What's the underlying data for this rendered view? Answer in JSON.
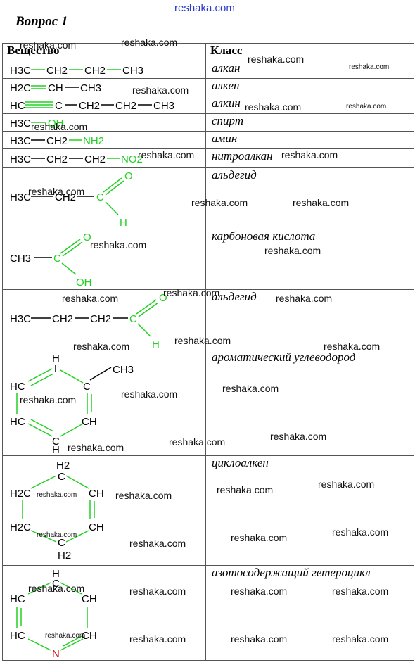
{
  "site": "reshaka.com",
  "title": "Вопрос 1",
  "headers": {
    "substance": "Вещество",
    "class": "Класс"
  },
  "rows": [
    {
      "class": "алкан"
    },
    {
      "class": "алкен"
    },
    {
      "class": "алкин"
    },
    {
      "class": "спирт"
    },
    {
      "class": "амин"
    },
    {
      "class": "нитроалкан"
    },
    {
      "class": "альдегид"
    },
    {
      "class": "карбоновая кислота"
    },
    {
      "class": "альдегид"
    },
    {
      "class": "ароматический углеводород"
    },
    {
      "class": "циклоалкен"
    },
    {
      "class": "азотосодержащий гетероцикл"
    }
  ],
  "formulas": {
    "r1": [
      "H3C",
      "CH2",
      "CH2",
      "CH3"
    ],
    "r2": [
      "H2C",
      "CH",
      "CH3"
    ],
    "r3": [
      "HC",
      "C",
      "CH2",
      "CH2",
      "CH3"
    ],
    "r4": [
      "H3C",
      "OH"
    ],
    "r5": [
      "H3C",
      "CH2",
      "NH2"
    ],
    "r6": [
      "H3C",
      "CH2",
      "CH2",
      "NO2"
    ],
    "r7": [
      "H3C",
      "CH2",
      "C",
      "O",
      "H"
    ],
    "r8": [
      "CH3",
      "C",
      "O",
      "OH"
    ],
    "r9": [
      "H3C",
      "CH2",
      "CH2",
      "C",
      "O",
      "H"
    ],
    "r10": [
      "H",
      "CH3",
      "HC",
      "C",
      "HC",
      "CH",
      "C",
      "H"
    ],
    "r11": [
      "H2",
      "C",
      "H2C",
      "CH",
      "H2C",
      "CH",
      "C",
      "H2"
    ],
    "r12": [
      "H",
      "C",
      "HC",
      "CH",
      "HC",
      "CH",
      "N"
    ]
  },
  "colors": {
    "green": "#22d022",
    "red": "#d11b1b",
    "site": "#2a3bcc"
  }
}
